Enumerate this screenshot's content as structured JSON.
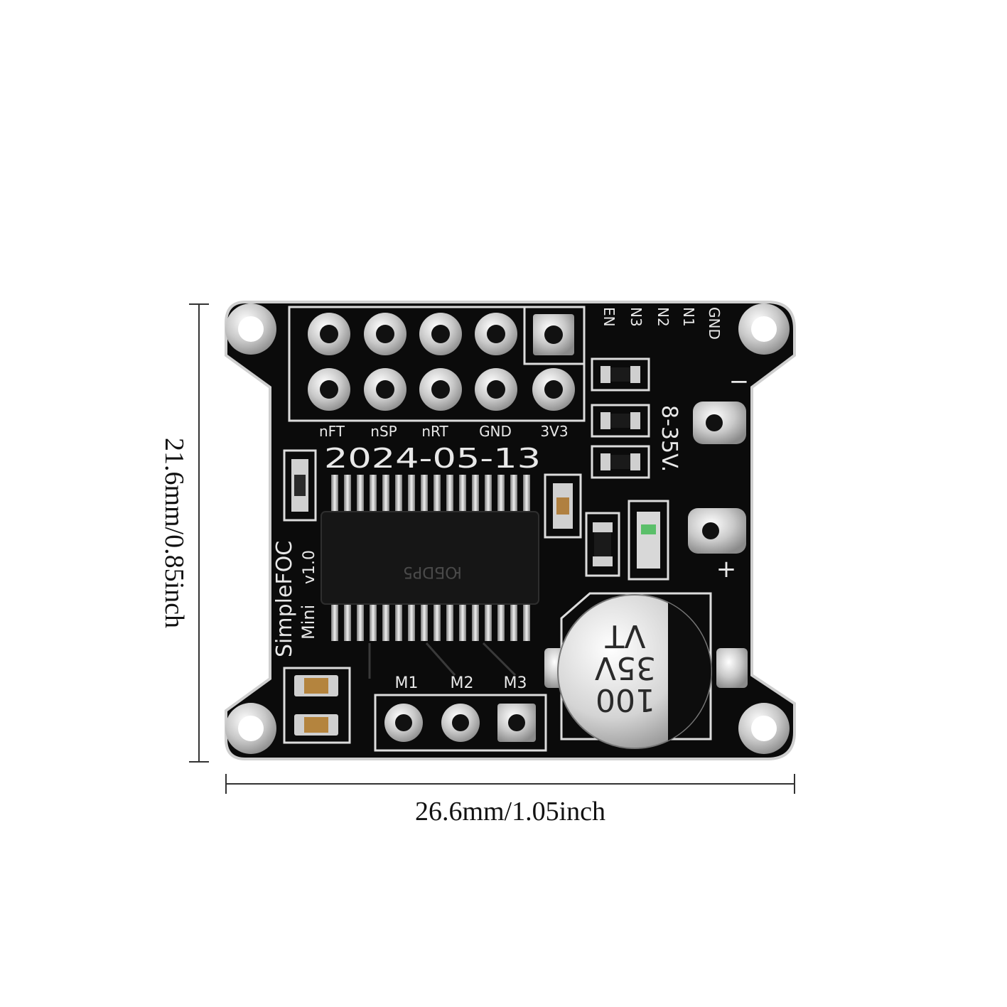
{
  "product": {
    "name": "SimpleFOC",
    "variant": "Mini",
    "version": "v1.0",
    "date_code": "2024-05-13",
    "voltage_range": "8-35V.",
    "chip_marking": "ЮБDP5"
  },
  "dimensions": {
    "width_label": "26.6mm/1.05inch",
    "height_label": "21.6mm/0.85inch"
  },
  "header_pins": [
    "nFT",
    "nSP",
    "nRT",
    "GND",
    "3V3"
  ],
  "side_pins": [
    "EN",
    "N3",
    "N2",
    "N1",
    "GND"
  ],
  "motor_pins": [
    "M1",
    "M2",
    "M3"
  ],
  "power": {
    "minus": "−",
    "plus": "+"
  },
  "capacitor": {
    "line1": "100",
    "line2": "35V",
    "line3": "VT"
  },
  "colors": {
    "pcb": "#0b0b0b",
    "silkscreen": "#e8e8e8",
    "pad": "#cfcfcf",
    "background": "#ffffff"
  }
}
